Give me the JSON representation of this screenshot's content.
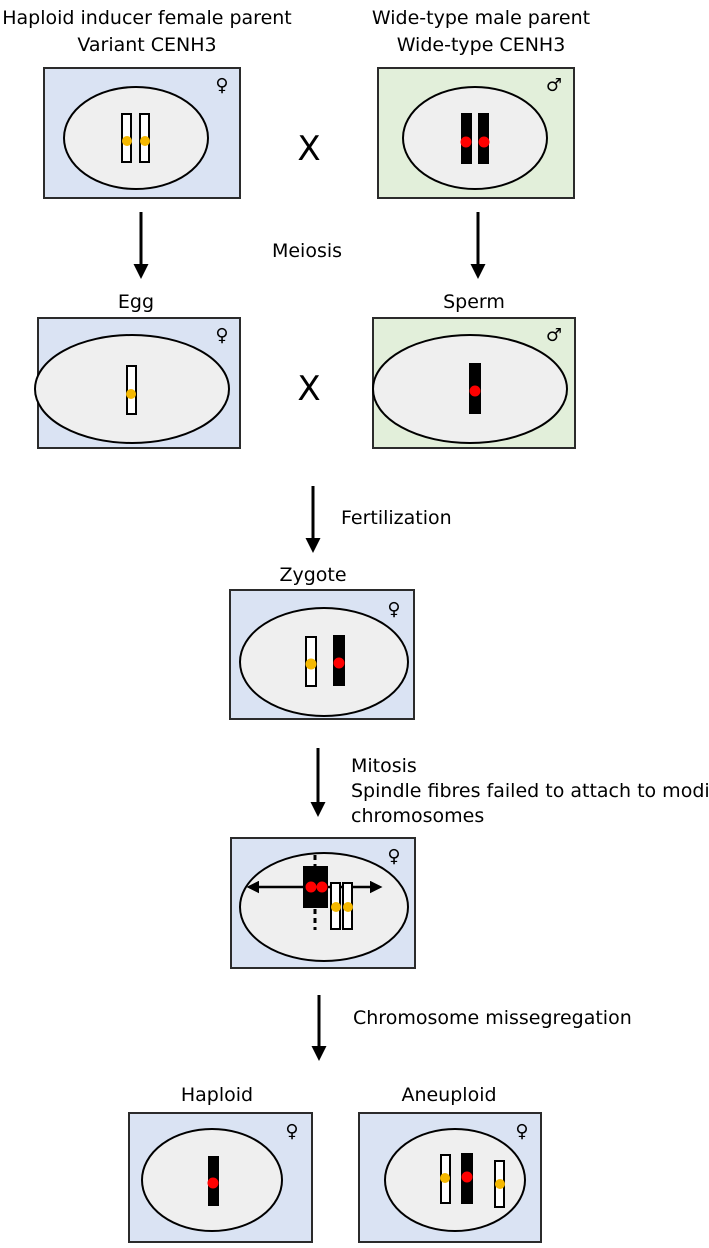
{
  "labels": {
    "female_parent_line1": "Haploid inducer female parent",
    "female_parent_line2": "Variant CENH3",
    "male_parent_line1": "Wide-type male parent",
    "male_parent_line2": "Wide-type CENH3",
    "meiosis": "Meiosis",
    "egg": "Egg",
    "sperm": "Sperm",
    "fertilization": "Fertilization",
    "zygote": "Zygote",
    "mitosis_line1": "Mitosis",
    "mitosis_line2": "Spindle fibres failed to attach to modified",
    "mitosis_line3": "chromosomes",
    "missegregation": "Chromosome missegregation",
    "haploid": "Haploid",
    "aneuploid": "Aneuploid",
    "cross": "X"
  },
  "symbols": {
    "female": "♀",
    "male": "♂"
  },
  "colors": {
    "female_cell": "#dae3f3",
    "male_cell": "#e2efda",
    "variant_centromere": "#f5b800",
    "wildtype_centromere": "#ff0000"
  }
}
